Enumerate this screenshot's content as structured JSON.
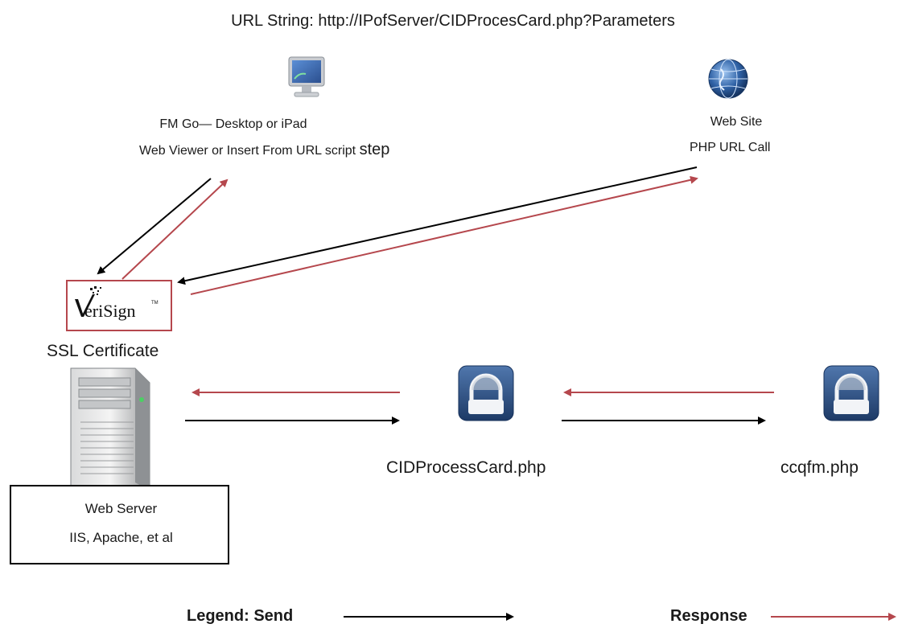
{
  "url_string": "URL String:  http://IPofServer/CIDProcesCard.php?Parameters",
  "fm_go": {
    "line1": "FM Go— Desktop or iPad",
    "line2": "Web Viewer or Insert From URL script",
    "line2_end": "step"
  },
  "web_site": {
    "line1": "Web Site",
    "line2": "PHP URL Call"
  },
  "verisign": {
    "logo_text": "VeriSign",
    "label": "SSL Certificate"
  },
  "web_server": {
    "title": "Web Server",
    "subtitle": "IIS, Apache, et al"
  },
  "nodes": {
    "cid": "CIDProcessCard.php",
    "ccq": "ccqfm.php"
  },
  "legend": {
    "label": "Legend:  Send",
    "response": "Response"
  },
  "colors": {
    "send": "#000000",
    "response": "#b5474d",
    "monitor": "#3d6fb3",
    "globe": "#2a5a9c",
    "lock": "#2c4f83"
  },
  "icons": {
    "monitor": "computer-monitor-icon",
    "globe": "globe-icon",
    "server": "server-tower-icon",
    "lock": "padlock-icon"
  }
}
